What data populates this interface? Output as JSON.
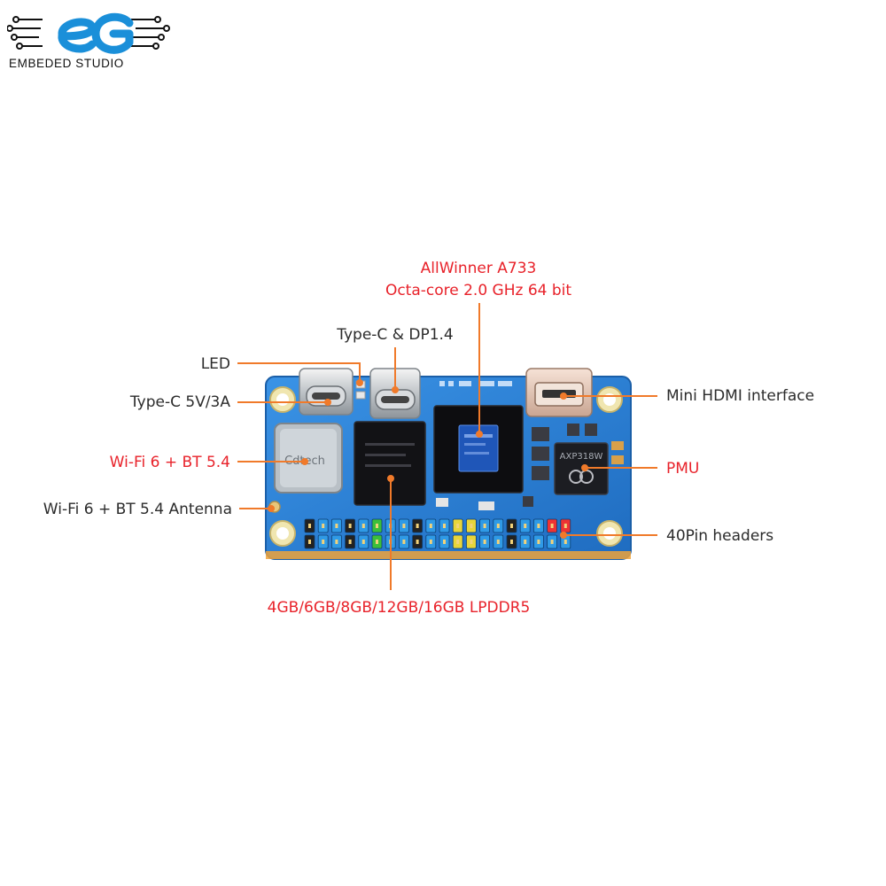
{
  "brand": {
    "name": "EMBEDED STUDIO",
    "accent_color": "#1a8fd9"
  },
  "callouts": {
    "soc_name": "AllWinner A733",
    "soc_detail": "Octa-core 2.0 GHz 64 bit",
    "typec_dp": "Type-C & DP1.4",
    "led": "LED",
    "typec_power": "Type-C 5V/3A",
    "mini_hdmi": "Mini HDMI interface",
    "wifi_module": "Wi-Fi 6 + BT 5.4",
    "pmu": "PMU",
    "antenna": "Wi-Fi 6 + BT 5.4 Antenna",
    "pin_headers": "40Pin headers",
    "memory": "4GB/6GB/8GB/12GB/16GB LPDDR5"
  },
  "colors": {
    "callout_red": "#e8222a",
    "callout_dark": "#2b2b2b",
    "leader_line": "#f07a2a",
    "pcb_blue": "#2a7fd4"
  },
  "chip_markings": {
    "wifi_module_brand": "Cdtech",
    "pmu_part": "AXP318W"
  }
}
